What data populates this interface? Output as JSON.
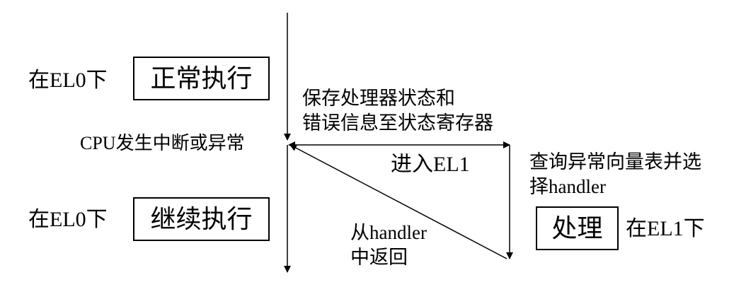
{
  "labels": {
    "el0_top": "在EL0下",
    "el0_bottom": "在EL0下",
    "el1_right": "在EL1下",
    "interrupt": "CPU发生中断或异常",
    "save_state_line1": "保存处理器状态和",
    "save_state_line2": "错误信息至状态寄存器",
    "enter_el1": "进入EL1",
    "lookup_line1": "查询异常向量表并选",
    "lookup_line2": "择handler",
    "return_line1": "从handler",
    "return_line2": "中返回"
  },
  "boxes": {
    "normal_exec": "正常执行",
    "continue_exec": "继续执行",
    "handle": "处理"
  },
  "colors": {
    "stroke": "#000000",
    "background": "#ffffff"
  }
}
